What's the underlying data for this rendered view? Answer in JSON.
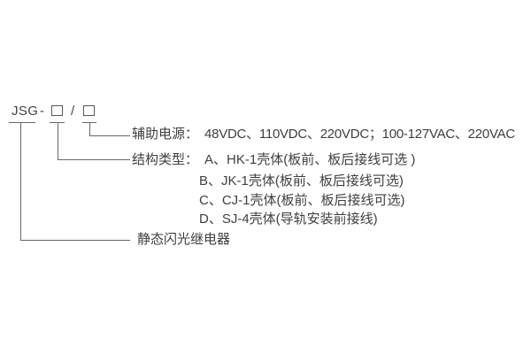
{
  "model_code": {
    "prefix": "JSG",
    "dash": "-",
    "slash": "/",
    "placeholder_box": "□"
  },
  "aux_power": {
    "label": "辅助电源：",
    "value": "48VDC、110VDC、220VDC；100-127VAC、220VAC"
  },
  "structure": {
    "label": "结构类型：",
    "options": [
      "A、HK-1壳体(板前、板后接线可选 )",
      "B、JK-1壳体(板前、板后接线可选)",
      "C、CJ-1壳体(板前、板后接线可选)",
      "D、SJ-4壳体(导轨安装前接线)"
    ]
  },
  "product_name": "静态闪光继电器",
  "colors": {
    "text": "#3f3f3f",
    "line": "#666666",
    "background": "#ffffff"
  }
}
